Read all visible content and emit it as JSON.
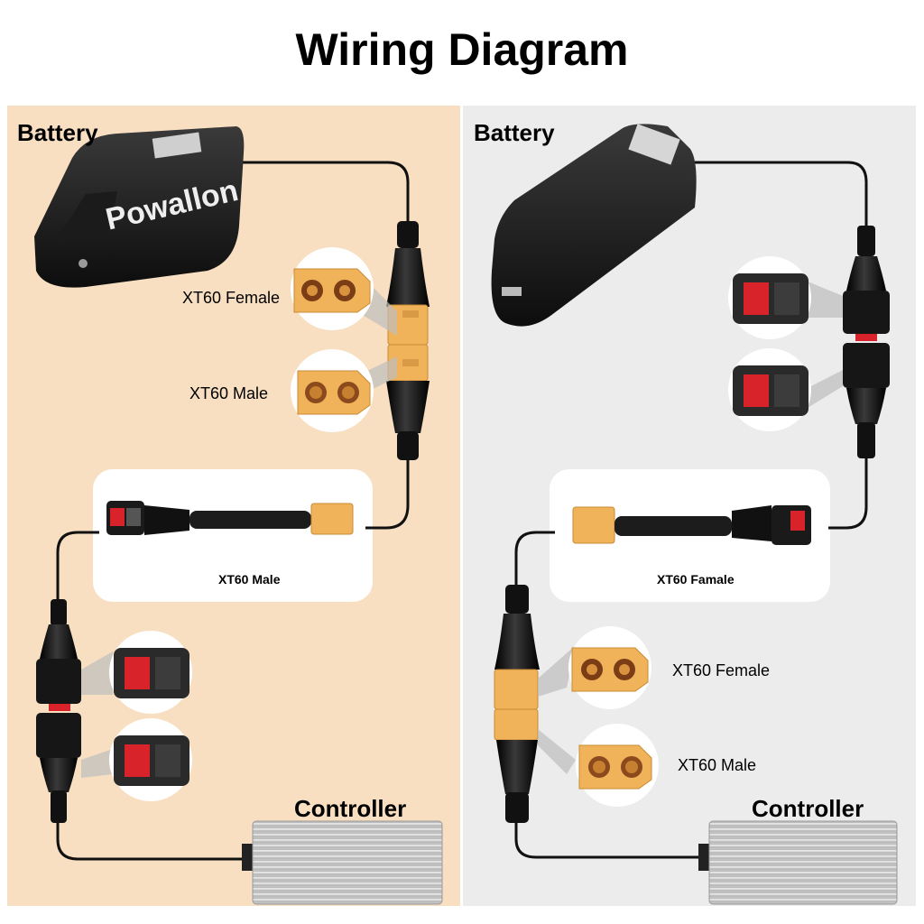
{
  "title": "Wiring Diagram",
  "left": {
    "battery_label": "Battery",
    "battery_brand": "Powallon",
    "xt60_female_label": "XT60 Female",
    "xt60_male_label": "XT60 Male",
    "adapter_label": "XT60 Male",
    "controller_label": "Controller"
  },
  "right": {
    "battery_label": "Battery",
    "adapter_label": "XT60 Famale",
    "xt60_female_label": "XT60 Female",
    "xt60_male_label": "XT60 Male",
    "controller_label": "Controller"
  },
  "colors": {
    "left_panel": "#f8dfc1",
    "right_panel": "#ececec",
    "xt60_connector": "#f0b35a",
    "anderson_red": "#d8232a",
    "cable": "#111111"
  }
}
